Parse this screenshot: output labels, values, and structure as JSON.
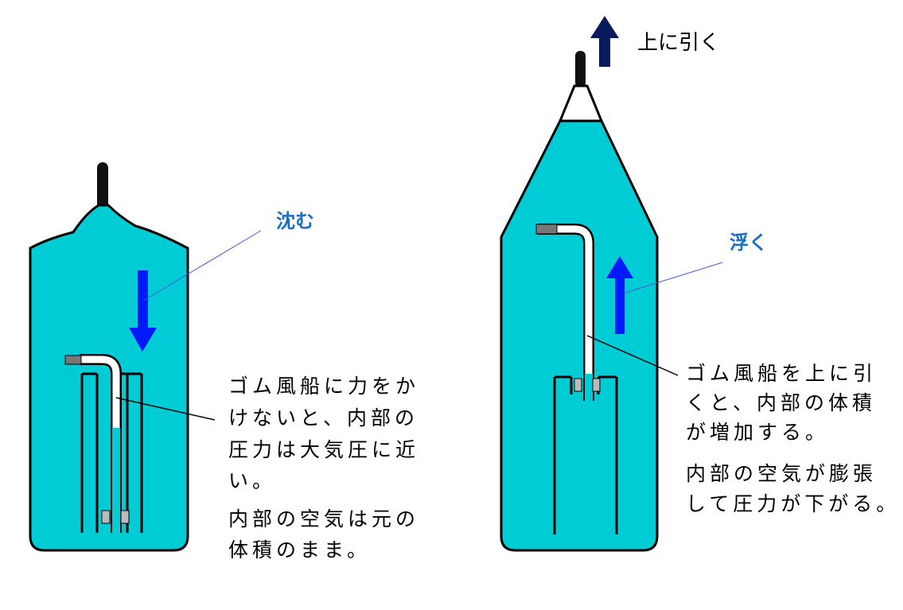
{
  "colors": {
    "water": "#00ccd6",
    "outline": "#000000",
    "arrow_blue": "#0019ff",
    "label_blue": "#1a6fc4",
    "cap_gray": "#777777",
    "stopper_gray": "#bbbbbb"
  },
  "left": {
    "motion_label": "沈む",
    "note1": [
      "ゴム風船に力をか",
      "けないと、内部の",
      "圧力は大気圧に近",
      "い。"
    ],
    "note2": [
      "内部の空気は元の",
      "体積のまま。"
    ]
  },
  "right": {
    "pull_label": "上に引く",
    "motion_label": "浮く",
    "note1": [
      "ゴム風船を上に引",
      "くと、内部の体積",
      "が増加する。"
    ],
    "note2": [
      "内部の空気が膨張",
      "して圧力が下がる。"
    ]
  }
}
